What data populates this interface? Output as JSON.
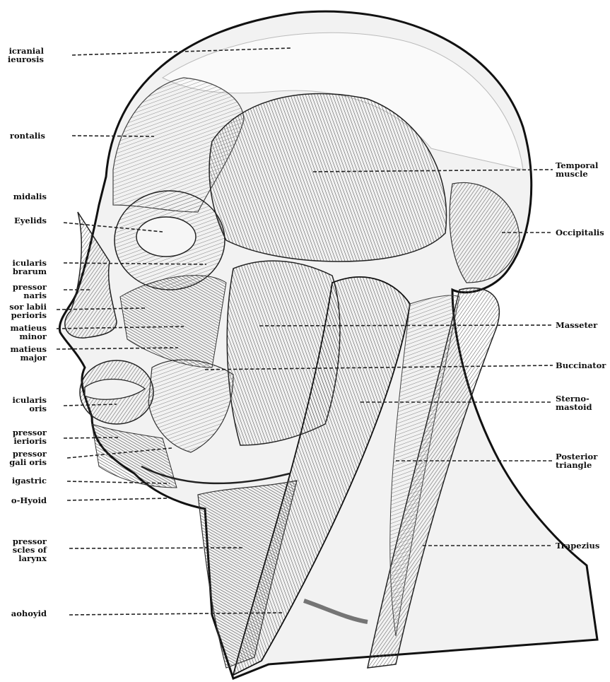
{
  "diagram": {
    "labels_left": [
      {
        "id": "epicranial-aponeurosis",
        "lines": [
          "icranial",
          "ieurosis"
        ]
      },
      {
        "id": "frontalis",
        "lines": [
          "rontalis"
        ]
      },
      {
        "id": "pyramidalis",
        "lines": [
          "midalis"
        ]
      },
      {
        "id": "eyelids",
        "lines": [
          "Eyelids"
        ]
      },
      {
        "id": "orbicularis-palpebrarum",
        "lines": [
          "icularis",
          "brarum"
        ]
      },
      {
        "id": "depressor-naris",
        "lines": [
          "pressor",
          "naris"
        ]
      },
      {
        "id": "levator-labii-superioris",
        "lines": [
          "sor labii",
          "perioris"
        ]
      },
      {
        "id": "zygomaticus-minor",
        "lines": [
          "matieus",
          "minor"
        ]
      },
      {
        "id": "zygomaticus-major",
        "lines": [
          "matieus",
          "major"
        ]
      },
      {
        "id": "orbicularis-oris",
        "lines": [
          "icularis",
          "oris"
        ]
      },
      {
        "id": "depressor-labii-inferioris",
        "lines": [
          "pressor",
          "ierioris"
        ]
      },
      {
        "id": "depressor-anguli-oris",
        "lines": [
          "pressor",
          "gali oris"
        ]
      },
      {
        "id": "digastric",
        "lines": [
          "igastric"
        ]
      },
      {
        "id": "mylo-hyoid",
        "lines": [
          "o-Hyoid"
        ]
      },
      {
        "id": "depressor-muscles-of-larynx",
        "lines": [
          "pressor",
          "scles of",
          "larynx"
        ]
      },
      {
        "id": "omohyoid",
        "lines": [
          "aohoyid"
        ]
      }
    ],
    "labels_right": [
      {
        "id": "temporal-muscle",
        "lines": [
          "Temporal",
          "muscle"
        ]
      },
      {
        "id": "occipitalis",
        "lines": [
          "Occipitalis"
        ]
      },
      {
        "id": "masseter",
        "lines": [
          "Masseter"
        ]
      },
      {
        "id": "buccinator",
        "lines": [
          "Buccinator"
        ]
      },
      {
        "id": "sterno-mastoid",
        "lines": [
          "Sterno-",
          "mastoid"
        ]
      },
      {
        "id": "posterior-triangle",
        "lines": [
          "Posterior",
          "triangle"
        ]
      },
      {
        "id": "trapezius",
        "lines": [
          "Trapezius"
        ]
      }
    ]
  }
}
